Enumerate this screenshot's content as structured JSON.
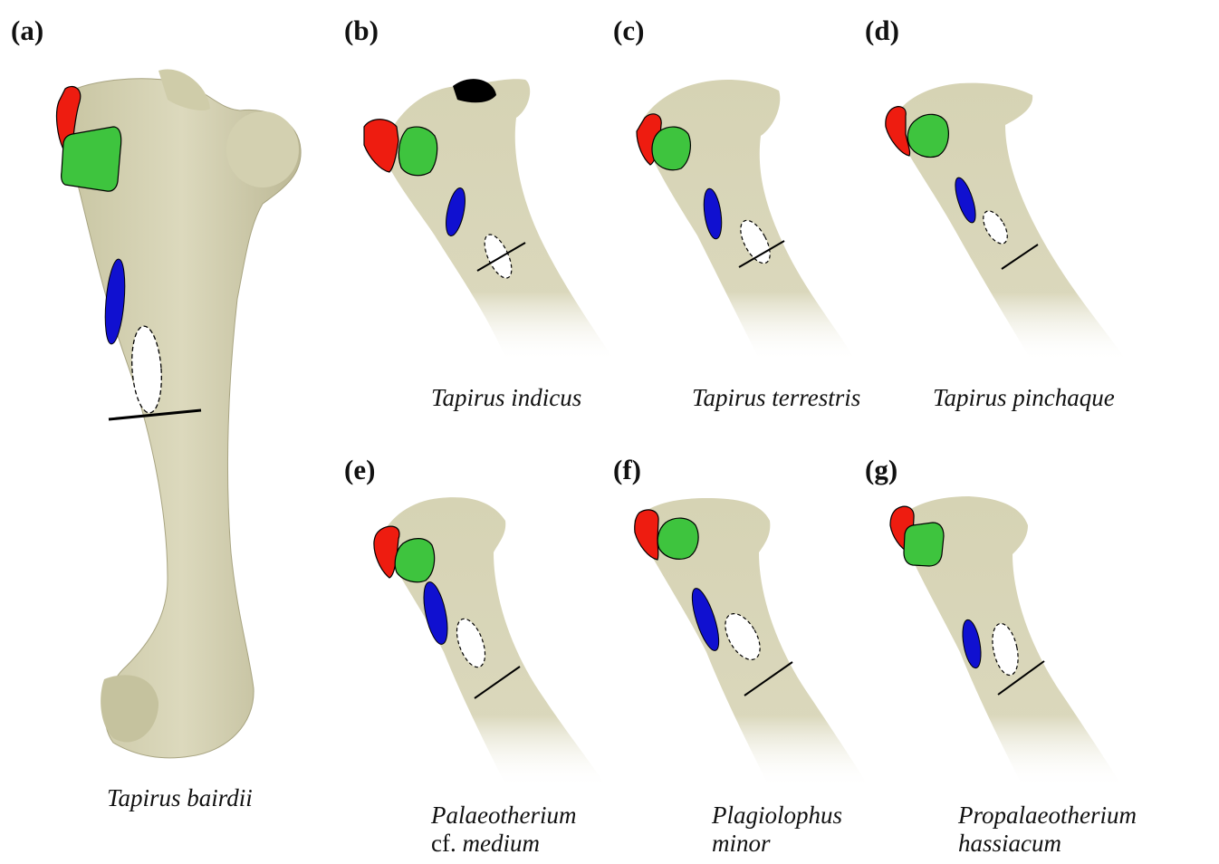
{
  "figure": {
    "panels": [
      {
        "id": "a",
        "letter": "(a)",
        "caption_line1": "Tapirus bairdii",
        "caption_line2": "",
        "caption_prefix": ""
      },
      {
        "id": "b",
        "letter": "(b)",
        "caption_line1": "Tapirus indicus",
        "caption_line2": "",
        "caption_prefix": ""
      },
      {
        "id": "c",
        "letter": "(c)",
        "caption_line1": "Tapirus terrestris",
        "caption_line2": "",
        "caption_prefix": ""
      },
      {
        "id": "d",
        "letter": "(d)",
        "caption_line1": "Tapirus pinchaque",
        "caption_line2": "",
        "caption_prefix": ""
      },
      {
        "id": "e",
        "letter": "(e)",
        "caption_line1": "Palaeotherium",
        "caption_line2": "medium",
        "caption_prefix": "cf. "
      },
      {
        "id": "f",
        "letter": "(f)",
        "caption_line1": "Plagiolophus",
        "caption_line2": "minor",
        "caption_prefix": ""
      },
      {
        "id": "g",
        "letter": "(g)",
        "caption_line1": "Propalaeotherium",
        "caption_line2": "hassiacum",
        "caption_prefix": ""
      }
    ],
    "colors": {
      "bone": "#d6d3b4",
      "bone_shadow": "#b9b591",
      "red_region": "#ee1c10",
      "green_region": "#3ec43e",
      "blue_region": "#1010d0",
      "white_region": "#ffffff",
      "outline": "#000000"
    }
  }
}
